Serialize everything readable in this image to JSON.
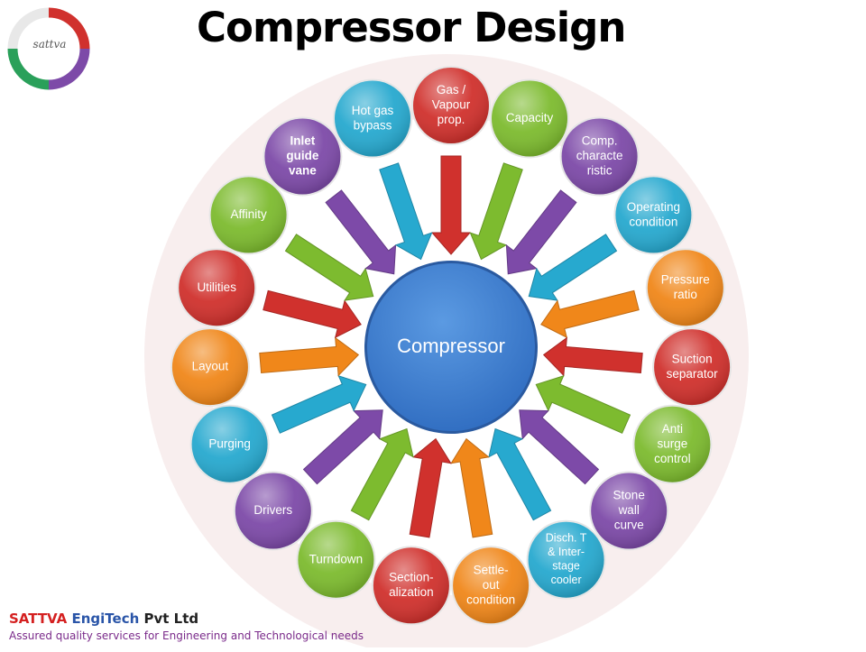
{
  "title": "Compressor Design",
  "logo_text": "sattva",
  "center": {
    "label": "Compressor",
    "color": "#3d7fd0"
  },
  "nodes": [
    {
      "lines": [
        "Gas /",
        "Vapour",
        "prop."
      ],
      "color": "#d0312d",
      "bold": false
    },
    {
      "lines": [
        "Capacity"
      ],
      "color": "#7dbb2f",
      "bold": false
    },
    {
      "lines": [
        "Comp.",
        "characte",
        "ristic"
      ],
      "color": "#7d4aa8",
      "bold": false
    },
    {
      "lines": [
        "Operating",
        "condition"
      ],
      "color": "#27a9cf",
      "bold": false
    },
    {
      "lines": [
        "Pressure",
        "ratio"
      ],
      "color": "#f0871a",
      "bold": false
    },
    {
      "lines": [
        "Suction",
        "separator"
      ],
      "color": "#d0312d",
      "bold": false
    },
    {
      "lines": [
        "Anti",
        "surge",
        "control"
      ],
      "color": "#7dbb2f",
      "bold": false
    },
    {
      "lines": [
        "Stone",
        "wall",
        "curve"
      ],
      "color": "#7d4aa8",
      "bold": false
    },
    {
      "lines": [
        "Disch. T",
        "& Inter-",
        "stage",
        "cooler"
      ],
      "color": "#27a9cf",
      "bold": false
    },
    {
      "lines": [
        "Settle-",
        "out",
        "condition"
      ],
      "color": "#f0871a",
      "bold": false
    },
    {
      "lines": [
        "Section-",
        "alization"
      ],
      "color": "#d0312d",
      "bold": false
    },
    {
      "lines": [
        "Turndown"
      ],
      "color": "#7dbb2f",
      "bold": false
    },
    {
      "lines": [
        "Drivers"
      ],
      "color": "#7d4aa8",
      "bold": false
    },
    {
      "lines": [
        "Purging"
      ],
      "color": "#27a9cf",
      "bold": false
    },
    {
      "lines": [
        "Layout"
      ],
      "color": "#f0871a",
      "bold": false
    },
    {
      "lines": [
        "Utilities"
      ],
      "color": "#d0312d",
      "bold": false
    },
    {
      "lines": [
        "Affinity"
      ],
      "color": "#7dbb2f",
      "bold": false
    },
    {
      "lines": [
        "Inlet",
        "guide",
        "vane"
      ],
      "color": "#7d4aa8",
      "bold": true
    },
    {
      "lines": [
        "Hot gas",
        "bypass"
      ],
      "color": "#27a9cf",
      "bold": false
    }
  ],
  "footer": {
    "company_part1": "SATTVA ",
    "company_part2": "EngiTech",
    "company_part3": " Pvt Ltd",
    "tagline": "Assured quality services for Engineering and Technological needs"
  }
}
